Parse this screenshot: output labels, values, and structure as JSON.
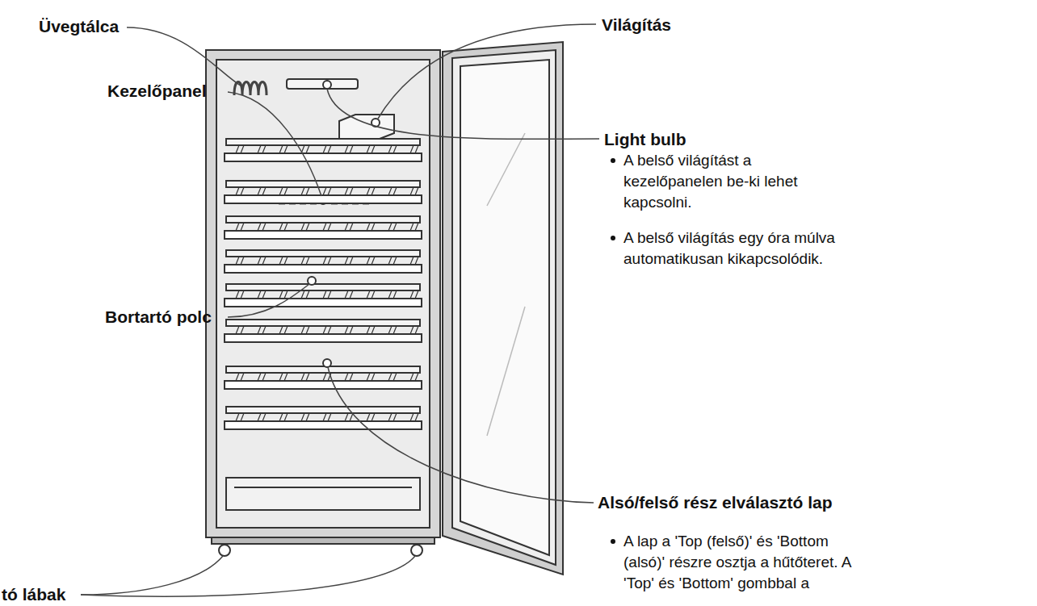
{
  "diagram": {
    "labels": [
      "Üvegtálca",
      "Világítás",
      "Kezelőpanel",
      "Light bulb",
      "A belső világítást a kezelőpanelen be-ki lehet kapcsolni.",
      "A belső világítás egy óra múlva automatikusan kikapcsolódik.",
      "Bortartó polc",
      "Alsó/felső rész elválasztó lap",
      "A lap a 'Top (felső)' és 'Bottom (alsó)' részre osztja a hűtőteret. A 'Top' és 'Bottom' gombbal a",
      "tó lábak"
    ]
  }
}
